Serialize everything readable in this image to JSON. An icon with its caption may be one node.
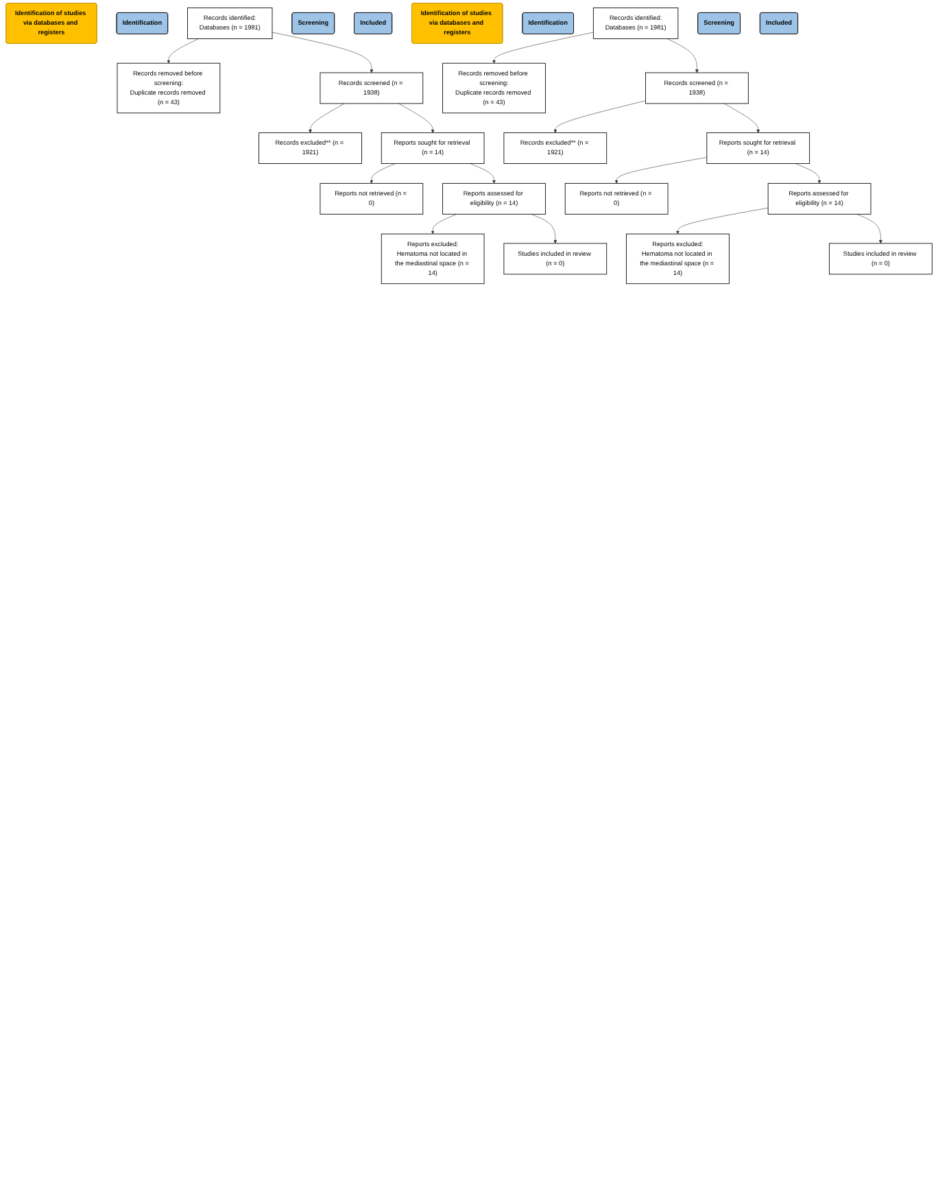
{
  "diagram": {
    "nodes": [
      {
        "text": [
          "Identification of studies via databases and registers"
        ]
      },
      {
        "text": [
          "Identification"
        ]
      },
      {
        "text": [
          "Records identified:",
          "Databases (n = 1981)"
        ]
      },
      {
        "text": [
          "Records removed before screening:",
          "Duplicate records removed (n = 43)"
        ]
      },
      {
        "text": [
          "Screening"
        ]
      },
      {
        "text": [
          "Records screened (n = 1938)"
        ]
      },
      {
        "text": [
          "Records excluded** (n = 1921)"
        ]
      },
      {
        "text": [
          "Reports sought for retrieval (n = 14)"
        ]
      },
      {
        "text": [
          "Reports not retrieved (n = 0)"
        ]
      },
      {
        "text": [
          "Reports assessed for eligibility (n = 14)"
        ]
      },
      {
        "text": [
          "Reports excluded:",
          "Hematoma not located in the mediastinal space (n = 14)"
        ]
      },
      {
        "text": [
          "Included"
        ]
      },
      {
        "text": [
          "Studies included in review (n = 0)"
        ]
      },
      {
        "text": [
          "Identification of studies via databases and registers"
        ]
      },
      {
        "text": [
          "Identification"
        ]
      },
      {
        "text": [
          "Records identified:",
          "Databases (n = 1981)"
        ]
      },
      {
        "text": [
          "Records removed before screening:",
          "Duplicate records removed (n = 43)"
        ]
      },
      {
        "text": [
          "Screening"
        ]
      },
      {
        "text": [
          "Records screened (n = 1938)"
        ]
      },
      {
        "text": [
          "Records excluded** (n = 1921)"
        ]
      },
      {
        "text": [
          "Reports sought for retrieval (n = 14)"
        ]
      },
      {
        "text": [
          "Reports not retrieved (n = 0)"
        ]
      },
      {
        "text": [
          "Reports assessed for eligibility (n = 14)"
        ]
      },
      {
        "text": [
          "Reports excluded:",
          "Hematoma not located in the mediastinal space (n = 14)"
        ]
      },
      {
        "text": [
          "Included"
        ]
      },
      {
        "text": [
          "Studies included in review (n = 0)"
        ]
      }
    ],
    "edges": [
      {
        "from": 2,
        "to": 3,
        "arrow": "to"
      },
      {
        "from": 2,
        "to": 5,
        "arrow": "to"
      },
      {
        "from": 5,
        "to": 6,
        "arrow": "to"
      },
      {
        "from": 5,
        "to": 7,
        "arrow": "to"
      },
      {
        "from": 7,
        "to": 8,
        "arrow": "to"
      },
      {
        "from": 7,
        "to": 9,
        "arrow": "to"
      },
      {
        "from": 9,
        "to": 10,
        "arrow": "to"
      },
      {
        "from": 9,
        "to": 12,
        "arrow": "to"
      },
      {
        "from": 15,
        "to": 16,
        "arrow": "to"
      },
      {
        "from": 15,
        "to": 18,
        "arrow": "to"
      },
      {
        "from": 18,
        "to": 19,
        "arrow": "to"
      },
      {
        "from": 18,
        "to": 20,
        "arrow": "to"
      },
      {
        "from": 20,
        "to": 21,
        "arrow": "to"
      },
      {
        "from": 20,
        "to": 22,
        "arrow": "to"
      },
      {
        "from": 22,
        "to": 23,
        "arrow": "to"
      },
      {
        "from": 22,
        "to": 25,
        "arrow": "to"
      }
    ]
  }
}
